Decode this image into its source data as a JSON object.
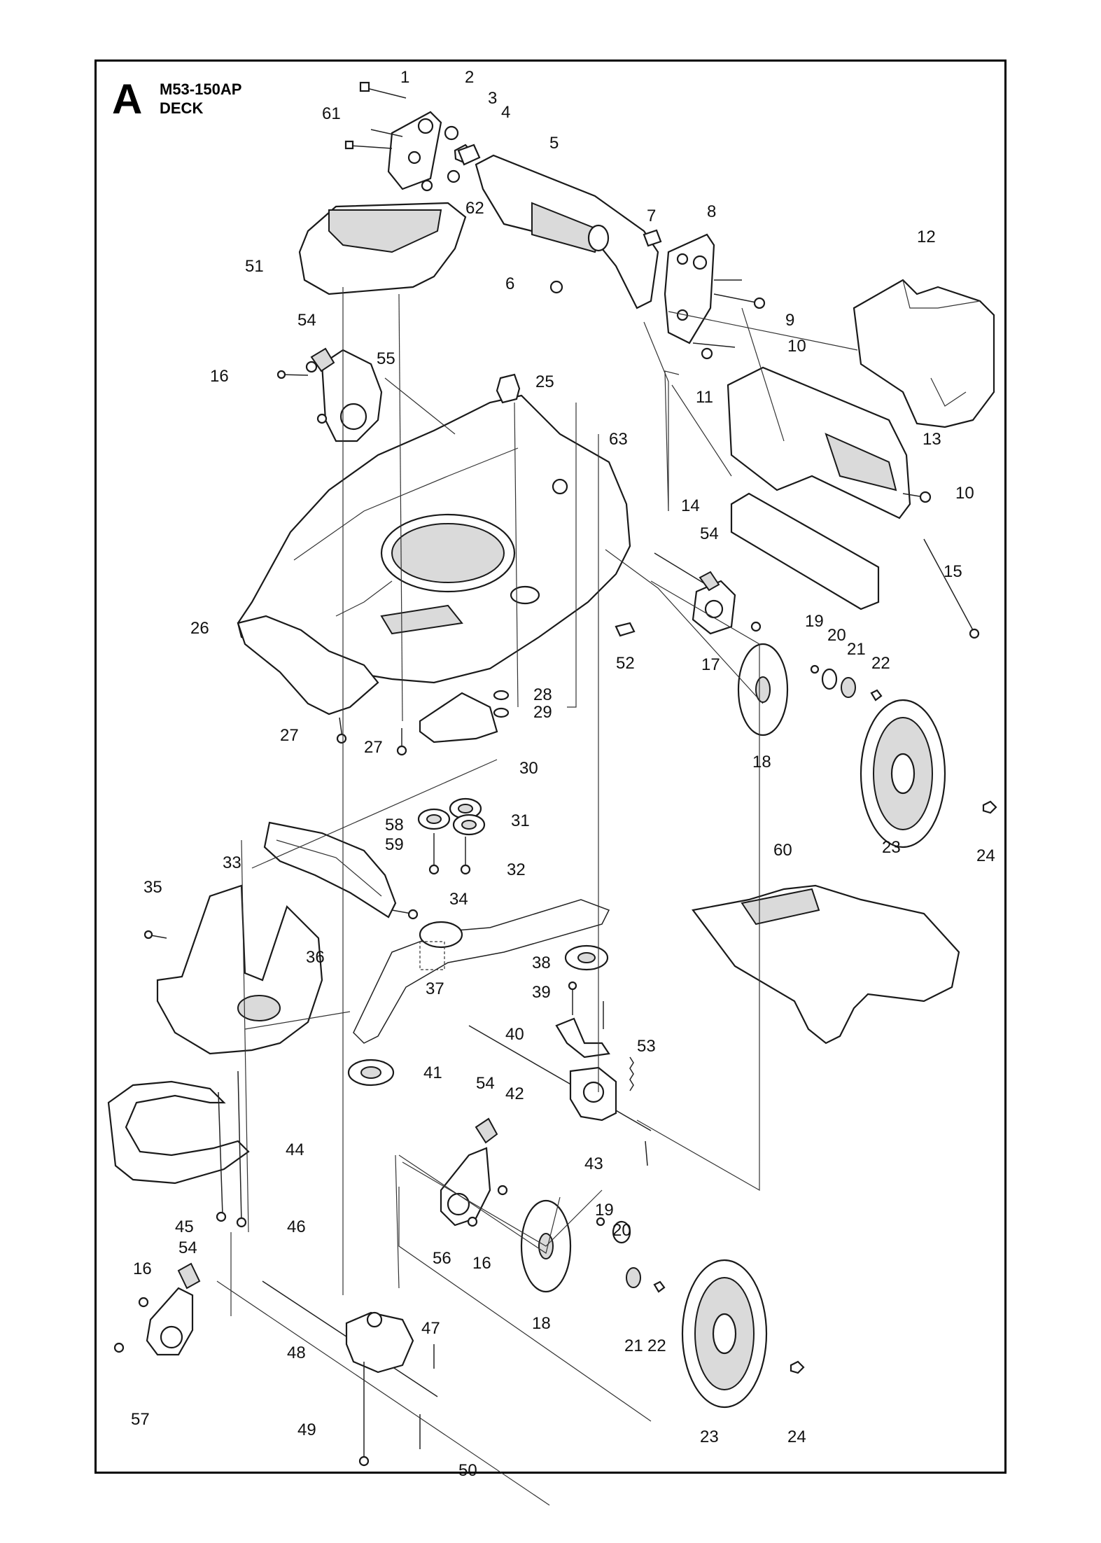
{
  "header": {
    "section_letter": "A",
    "model": "M53-150AP",
    "group": "DECK"
  },
  "callouts": [
    "1",
    "2",
    "3",
    "4",
    "5",
    "6",
    "7",
    "8",
    "9",
    "10",
    "10",
    "11",
    "12",
    "13",
    "14",
    "15",
    "16",
    "16",
    "16",
    "17",
    "18",
    "18",
    "19",
    "19",
    "20",
    "20",
    "21",
    "21",
    "22",
    "22",
    "23",
    "23",
    "24",
    "24",
    "25",
    "26",
    "27",
    "27",
    "28",
    "29",
    "30",
    "31",
    "32",
    "33",
    "34",
    "35",
    "36",
    "37",
    "38",
    "39",
    "40",
    "41",
    "42",
    "43",
    "44",
    "45",
    "46",
    "47",
    "48",
    "49",
    "50",
    "51",
    "52",
    "53",
    "54",
    "54",
    "54",
    "54",
    "55",
    "56",
    "57",
    "58",
    "59",
    "60",
    "61",
    "62",
    "63"
  ]
}
